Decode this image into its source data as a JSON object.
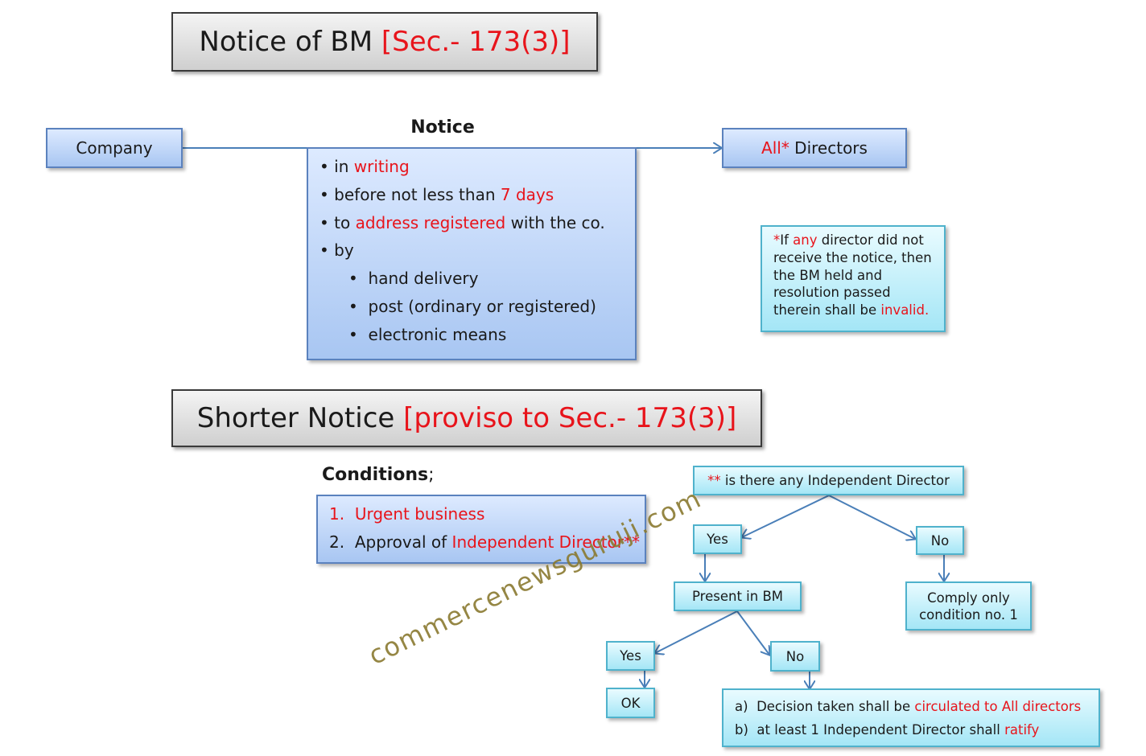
{
  "title1": {
    "black": "Notice of BM ",
    "red": "[Sec.- 173(3)]"
  },
  "company": "Company",
  "notice_heading": "Notice",
  "directors": {
    "red": "All*",
    "black": " Directors"
  },
  "notice_items": [
    {
      "bullet": "•",
      "pre": "in ",
      "red": "writing",
      "post": ""
    },
    {
      "bullet": "•",
      "pre": "before not less than ",
      "red": "7 days",
      "post": ""
    },
    {
      "bullet": "•",
      "pre": "to ",
      "red": "address registered",
      "post": " with the co."
    },
    {
      "bullet": "•",
      "pre": "by",
      "red": "",
      "post": ""
    }
  ],
  "notice_subitems": [
    "hand delivery",
    "post (ordinary or registered)",
    "electronic means"
  ],
  "footnote": {
    "star": "*",
    "l1a": "If ",
    "l1red": "any",
    "l1b": " director did not",
    "l2": "receive the notice, then",
    "l3": "the BM held and",
    "l4": "resolution passed",
    "l5a": "therein shall be ",
    "l5red": "invalid."
  },
  "title2": {
    "black": "Shorter Notice ",
    "red": "[proviso to Sec.- 173(3)]"
  },
  "conditions": {
    "bold": "Conditions",
    "rest": ";"
  },
  "condition_items": [
    {
      "num": "1.",
      "text_black": "",
      "text_red": "Urgent business"
    },
    {
      "num": "2.",
      "text_black": "Approval of ",
      "text_red": "Independent Director**"
    }
  ],
  "flow": {
    "question": {
      "red": "**",
      "black": " is there any Independent Director"
    },
    "yes1": "Yes",
    "no1": "No",
    "present": "Present in BM",
    "comply_l1": "Comply only",
    "comply_l2": "condition no. 1",
    "yes2": "Yes",
    "no2": "No",
    "ok": "OK",
    "decision_a": {
      "label": "a)",
      "black": "Decision taken shall be ",
      "red": "circulated to All directors"
    },
    "decision_b": {
      "label": "b)",
      "black": "at least 1 Independent Director shall ",
      "red": "ratify"
    }
  },
  "watermark": "commercenewsguruji.com",
  "colors": {
    "red": "#e8141b",
    "blue_box": "#a8c6f2",
    "cyan_box": "#a4e6f6",
    "line": "#4a7fb8",
    "watermark": "#8a7a30"
  }
}
